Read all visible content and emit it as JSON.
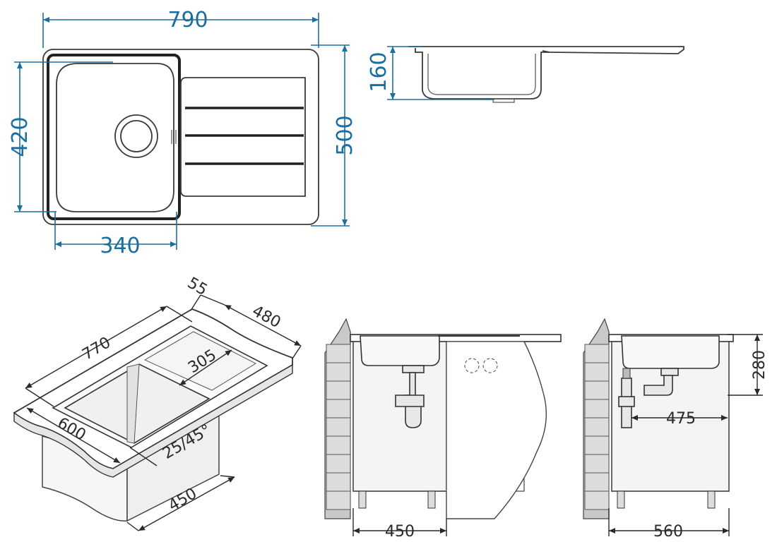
{
  "top_view": {
    "overall_width": "790",
    "overall_depth": "500",
    "bowl_depth": "420",
    "bowl_width": "340"
  },
  "side_view": {
    "bowl_height": "160"
  },
  "iso_view": {
    "length": "770",
    "rim": "55",
    "depth": "480",
    "bowl": "305",
    "front_depth": "600",
    "edge": "25/45°",
    "cabinet": "450"
  },
  "front_install": {
    "cabinet_width": "450"
  },
  "side_install": {
    "height": "280",
    "drain_offset": "475",
    "cabinet_depth": "560"
  }
}
